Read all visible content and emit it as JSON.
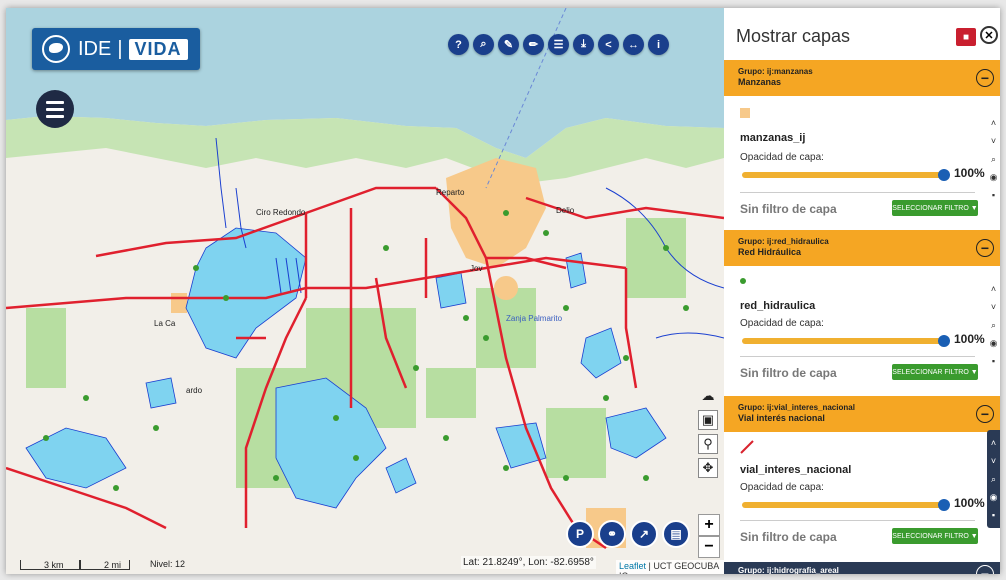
{
  "logo": {
    "left": "IDE",
    "separator": "|",
    "right": "VIDA"
  },
  "toolbar": {
    "buttons": [
      {
        "icon": "help-icon",
        "glyph": "?"
      },
      {
        "icon": "search-icon",
        "glyph": "⌕"
      },
      {
        "icon": "edit-icon",
        "glyph": "✎"
      },
      {
        "icon": "pencil-icon",
        "glyph": "✏"
      },
      {
        "icon": "table-icon",
        "glyph": "☰"
      },
      {
        "icon": "download-icon",
        "glyph": "⤓"
      },
      {
        "icon": "share-icon",
        "glyph": "<"
      },
      {
        "icon": "swap-icon",
        "glyph": "↔"
      },
      {
        "icon": "info-icon",
        "glyph": "i"
      }
    ]
  },
  "map": {
    "labels": [
      {
        "text": "Ciro Redondo",
        "kind": "town"
      },
      {
        "text": "Reparto",
        "kind": "town"
      },
      {
        "text": "Delio",
        "kind": "town"
      },
      {
        "text": "La Ca",
        "kind": "town"
      },
      {
        "text": "ardo",
        "kind": "town"
      },
      {
        "text": "Jov",
        "kind": "town"
      },
      {
        "text": "Zanja Palmarito",
        "kind": "water"
      }
    ],
    "scale": {
      "km": "3 km",
      "mi": "2 mi",
      "level": "Nivel: 12"
    },
    "coords": "Lat: 21.8249°, Lon: -82.6958°",
    "attribution_link": "Leaflet",
    "attribution_rest": "| UCT GEOCUBA IC",
    "zoom_in": "+",
    "zoom_out": "−"
  },
  "panel": {
    "title": "Mostrar capas",
    "groups": [
      {
        "group_label": "Grupo: ij:manzanas",
        "group_name": "Manzanas",
        "layer": "manzanas_ij",
        "swatch": "square",
        "color": "#f7c98a"
      },
      {
        "group_label": "Grupo: ij:red_hidraulica",
        "group_name": "Red Hidráulica",
        "layer": "red_hidraulica",
        "swatch": "dot",
        "color": "#3a9b2e"
      },
      {
        "group_label": "Grupo: ij:vial_interes_nacional",
        "group_name": "Vial interés nacional",
        "layer": "vial_interes_nacional",
        "swatch": "line",
        "color": "#d9232e"
      }
    ],
    "next_group_label": "Grupo: ij:hidrografia_areal",
    "opacity_label": "Opacidad de capa:",
    "opacity_value": 1.0,
    "opacity_text": "100%",
    "no_filter": "Sin filtro de capa",
    "filter_button": "SELECCIONAR FILTRO"
  },
  "colors": {
    "accent": "#f5a623",
    "toolbar": "#1a3f8c",
    "water": "#7fd3f0",
    "road": "#e0202e",
    "urban": "#f7c98a",
    "green": "#b7dea1"
  }
}
